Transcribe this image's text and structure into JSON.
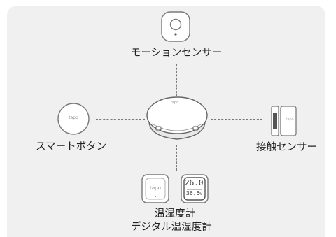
{
  "devices": {
    "motion_sensor": {
      "label": "モーションセンサー"
    },
    "smart_button": {
      "label": "スマートボタン",
      "brand": "tapo"
    },
    "contact_sensor": {
      "label": "接触センサー",
      "brand": "tapo"
    },
    "hub": {
      "brand": "tapo"
    },
    "thermometers": {
      "label_line1": "温湿度計",
      "label_line2": "デジタル温湿度計",
      "plain_brand": "tapo",
      "display_temp": "26.0",
      "display_temp_unit": "°",
      "display_humidity": "36.6",
      "display_humidity_unit": "%"
    }
  },
  "colors": {
    "panel": "#f0f0f0",
    "connector": "#777777",
    "text": "#222222"
  }
}
